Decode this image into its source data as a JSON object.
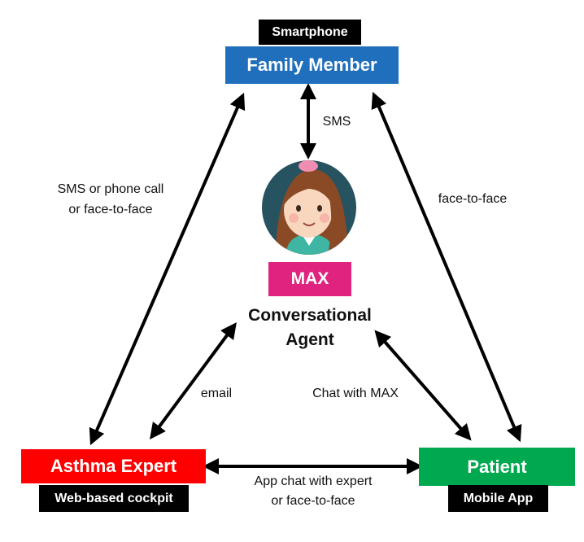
{
  "family": {
    "tag": "Smartphone",
    "name": "Family Member",
    "color": "#1f6fbd"
  },
  "agent": {
    "badge": "MAX",
    "title_line1": "Conversational",
    "title_line2": "Agent",
    "badge_color": "#e0237e"
  },
  "expert": {
    "name": "Asthma Expert",
    "tag": "Web-based cockpit",
    "color": "#ff0000"
  },
  "patient": {
    "name": "Patient",
    "tag": "Mobile App",
    "color": "#00a94f"
  },
  "edges": {
    "family_agent": "SMS",
    "family_expert_line1": "SMS or phone call",
    "family_expert_line2": "or face-to-face",
    "family_patient": "face-to-face",
    "agent_expert": "email",
    "agent_patient": "Chat with MAX",
    "expert_patient_line1": "App chat with expert",
    "expert_patient_line2": "or face-to-face"
  }
}
